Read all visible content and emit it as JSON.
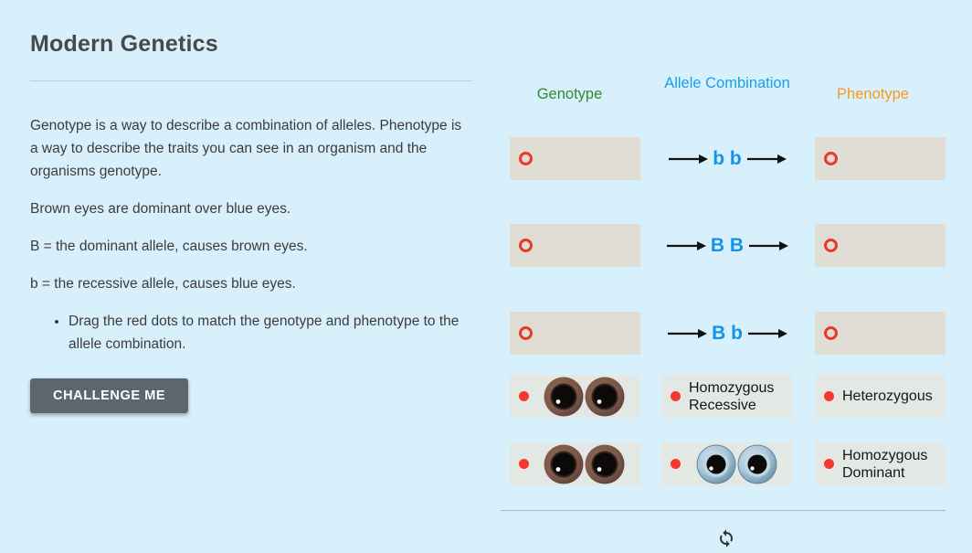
{
  "page": {
    "background_color": "#d8f0fb"
  },
  "left_panel": {
    "title": "Modern Genetics",
    "intro": "Genotype is a way to describe a combination of alleles. Phenotype is a way to describe the traits you can see in an organism and the organisms genotype.",
    "fact_dominance": "Brown eyes are dominant over blue eyes.",
    "fact_dominant_allele": "B = the dominant allele, causes brown eyes.",
    "fact_recessive_allele": "b = the recessive allele, causes blue eyes.",
    "instruction_bullet": "Drag the red dots to match the genotype and phenotype to the allele combination.",
    "challenge_button_label": "CHALLENGE ME"
  },
  "board": {
    "headers": {
      "genotype": {
        "label": "Genotype",
        "color": "#2e8b2e"
      },
      "allele_combination": {
        "label": "Allele Combination",
        "color": "#18a0e8"
      },
      "phenotype": {
        "label": "Phenotype",
        "color": "#f8991d"
      }
    },
    "allele_rows": [
      {
        "label": "b b"
      },
      {
        "label": "B B"
      },
      {
        "label": "B b"
      }
    ],
    "drag_cards": {
      "genotype_card_1_icon": "brown-eyes",
      "genotype_card_2_icon": "brown-eyes",
      "allele_card_1_label": "Homozygous Recessive",
      "allele_card_2_icon": "blue-eyes",
      "phenotype_card_1_label": "Heterozygous",
      "phenotype_card_2_label": "Homozygous Dominant"
    },
    "colors": {
      "drop_box": "#e0ddd5",
      "drag_box": "#e4e8e5",
      "drop_ring": "#e8392b",
      "drag_dot": "#f4392c",
      "allele_text": "#1694e4",
      "arrow": "#111111",
      "brown_eye": "#7a574a",
      "blue_eye": "#a9c6d8"
    },
    "refresh_icon": "refresh"
  }
}
